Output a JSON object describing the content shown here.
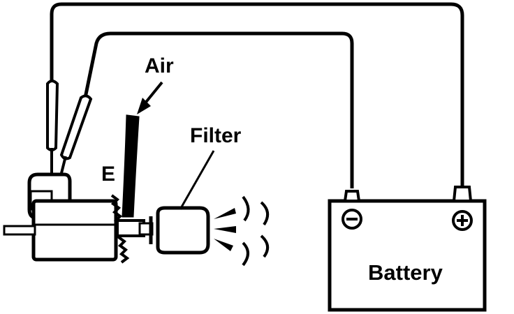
{
  "labels": {
    "air": "Air",
    "filter": "Filter",
    "e": "E",
    "battery": "Battery"
  },
  "terminals": {
    "negative_symbol": "negative-sign",
    "positive_symbol": "positive-sign"
  },
  "colors": {
    "line": "#000000",
    "background": "#ffffff"
  }
}
